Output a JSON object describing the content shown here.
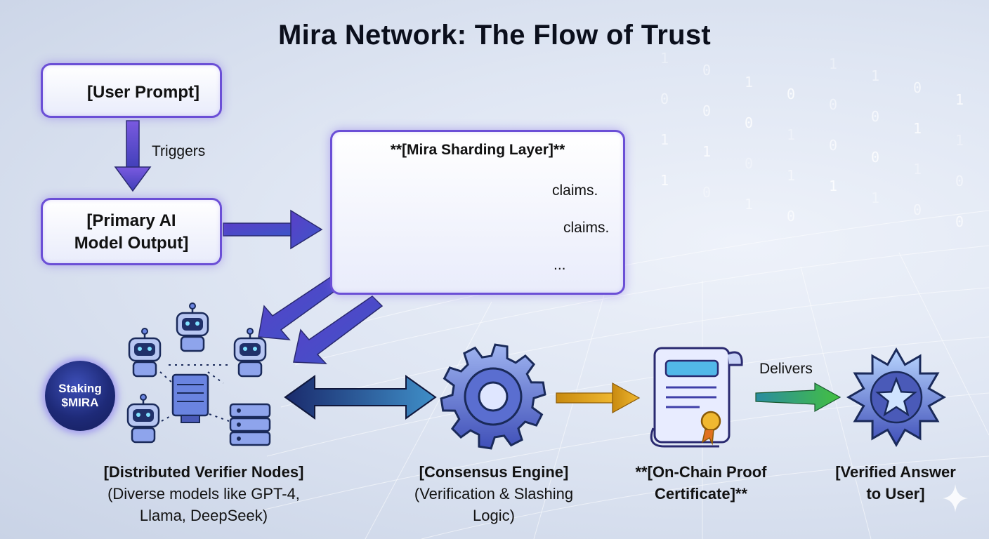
{
  "title": "Mira Network: The Flow of Trust",
  "nodes": {
    "user_prompt": "[User Prompt]",
    "primary_output": "[Primary AI\nModel Output]",
    "sharding_layer": "**[Mira Sharding Layer]**",
    "claims": [
      "claims.",
      "claims.",
      "..."
    ],
    "staking": "Staking\n$MIRA",
    "verifier_title": "[Distributed Verifier Nodes]",
    "verifier_sub": "(Diverse models like GPT-4,\nLlama, DeepSeek)",
    "consensus_title": "[Consensus Engine]",
    "consensus_sub": "(Verification & Slashing\nLogic)",
    "certificate": "**[On-Chain Proof\nCertificate]**",
    "verified_answer": "[Verified Answer\nto User]"
  },
  "edges": {
    "triggers": "Triggers",
    "delivers": "Delivers"
  },
  "binary_digits": [
    "1",
    "0",
    "1",
    "1",
    "0",
    "0",
    "1",
    "0",
    "1",
    "0",
    "0",
    "1",
    "0",
    "1",
    "1",
    "0",
    "1",
    "0",
    "0",
    "1",
    "1",
    "0",
    "0",
    "1",
    "0",
    "1"
  ],
  "colors": {
    "accent": "#6b4fd6",
    "flow_arrow": "#4a45c4",
    "gold_arrow": "#e0a020",
    "green_arrow": "#3cb043"
  },
  "icons": [
    "chat-bubble-icon",
    "document-window-icon",
    "gear-icon",
    "cube-icon",
    "robot-icon",
    "server-icon",
    "certificate-scroll-icon",
    "star-badge-icon",
    "sparkle-icon"
  ]
}
